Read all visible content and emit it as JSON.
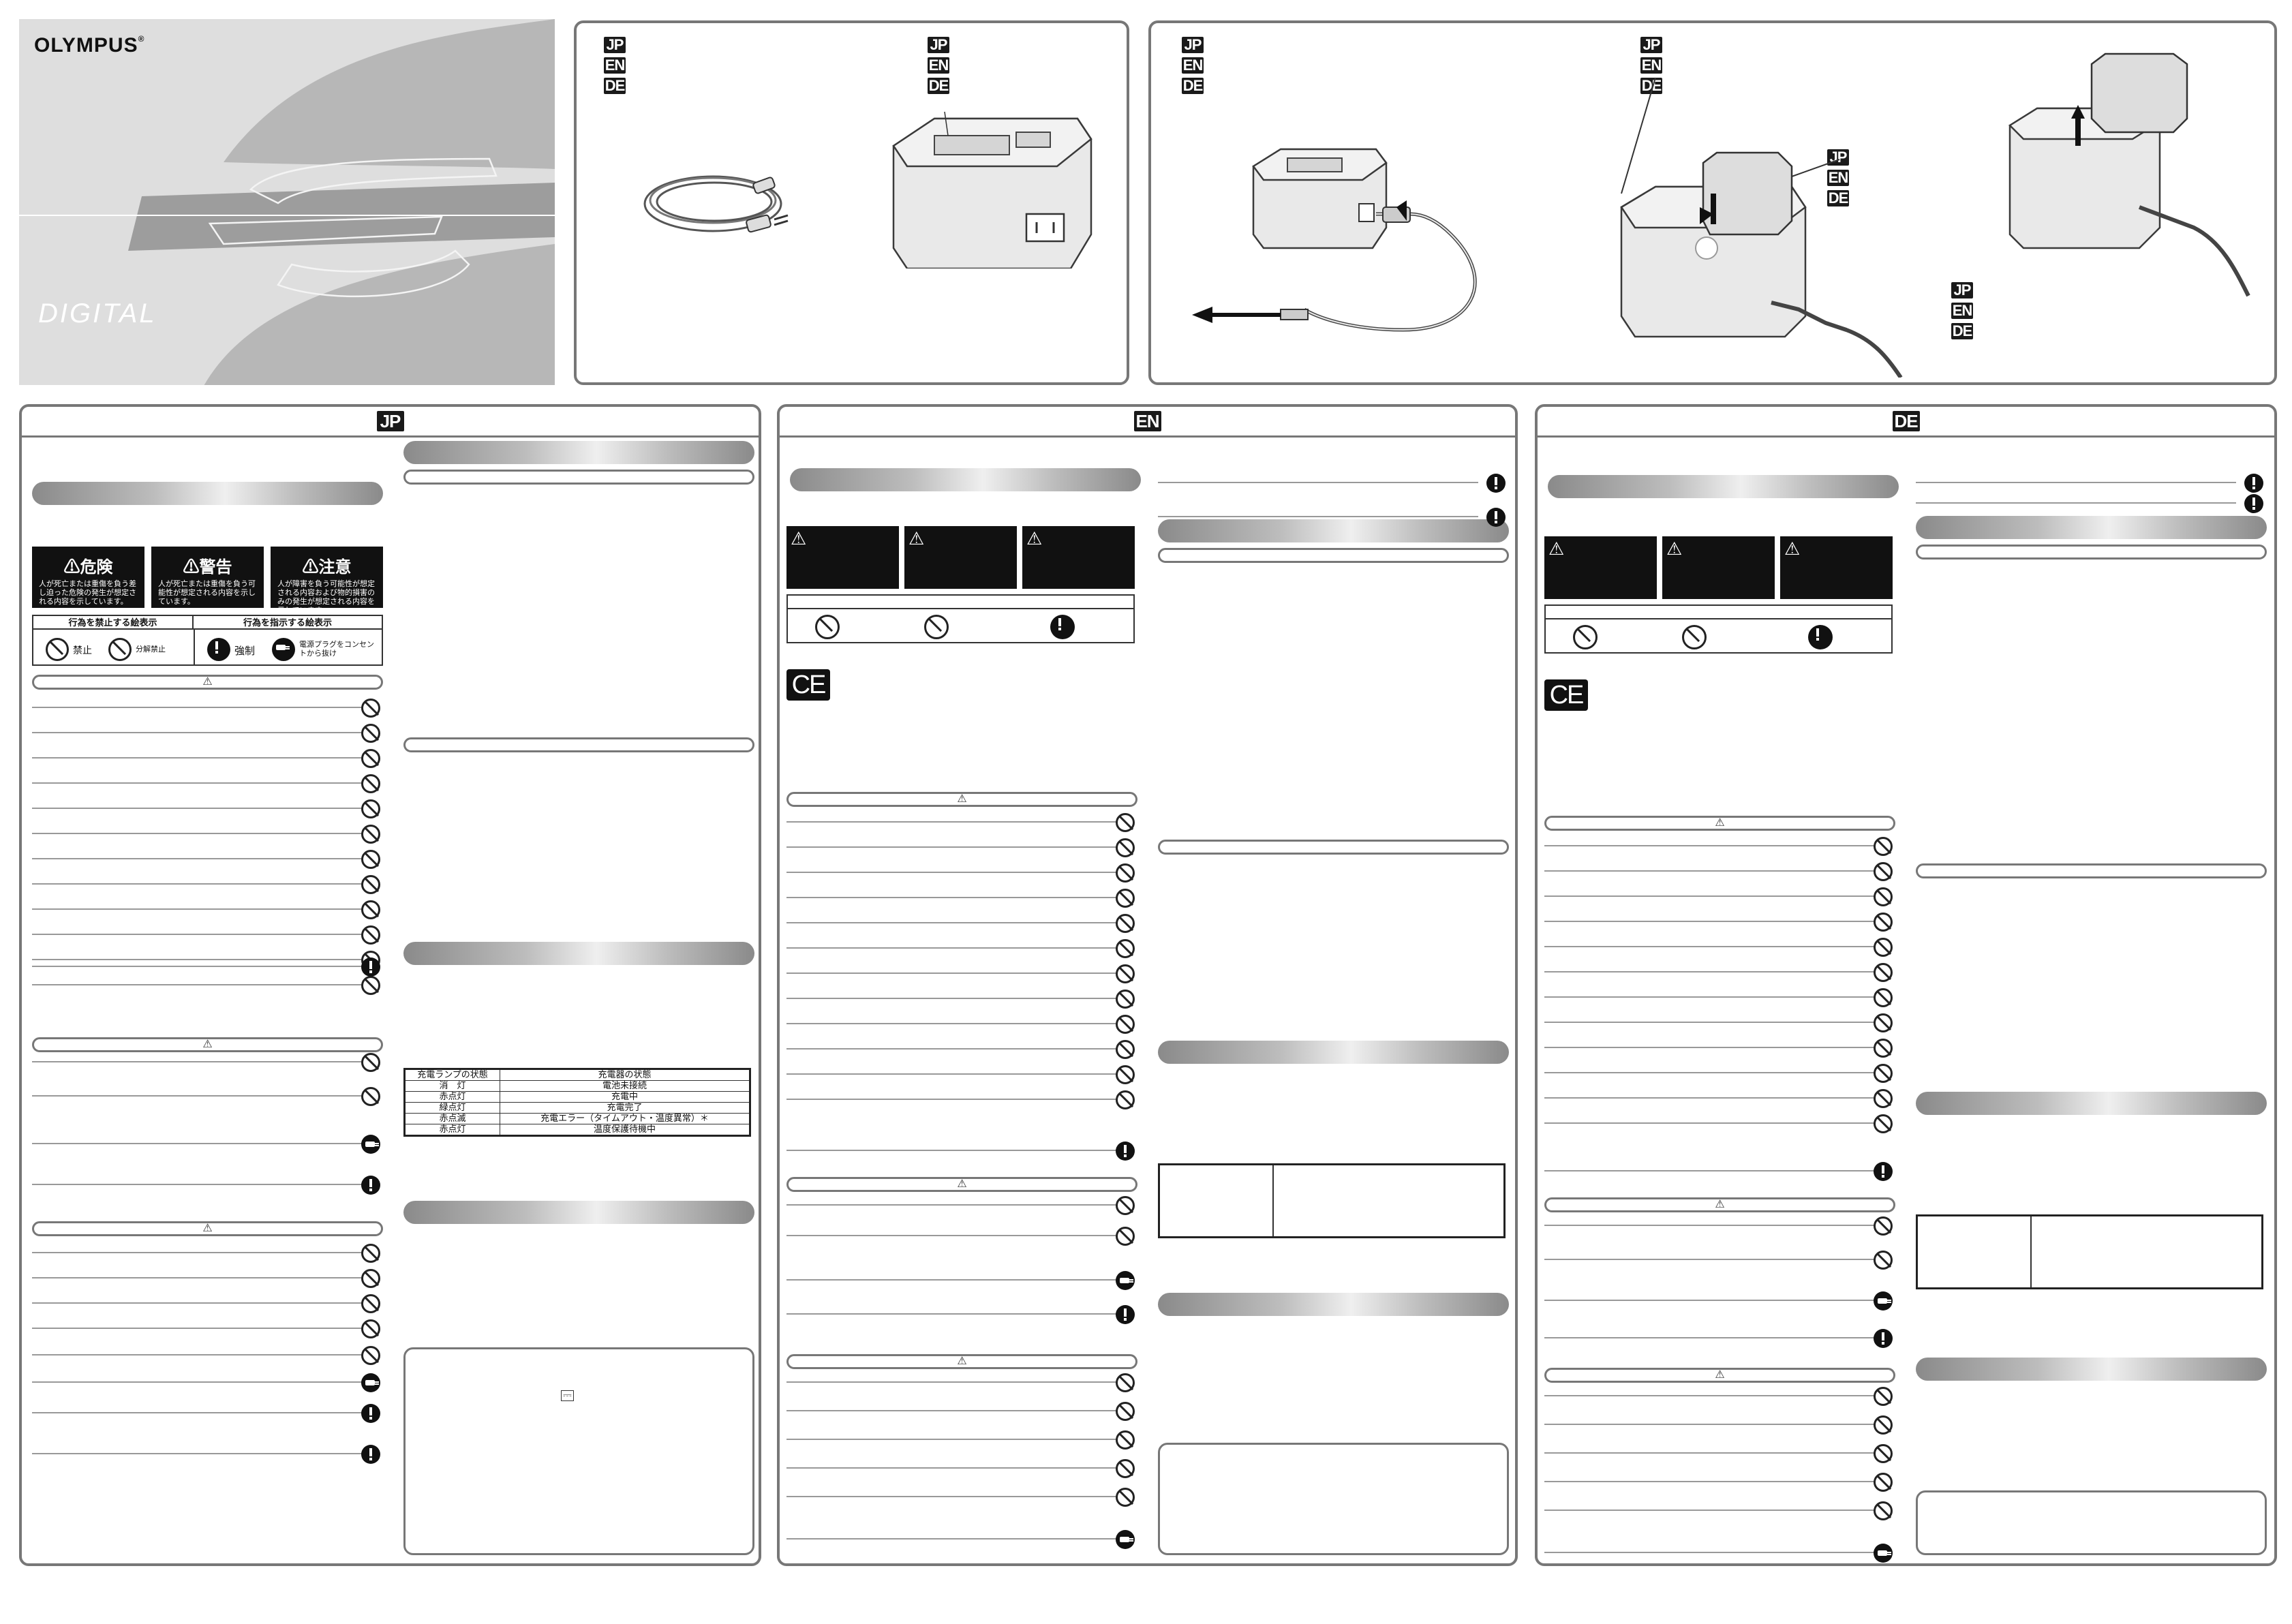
{
  "cover": {
    "brand": "OLYMPUS",
    "registered": "®",
    "product_line": "DIGITAL"
  },
  "lang": {
    "jp": "JP",
    "en": "EN",
    "de": "DE"
  },
  "jp_legend": {
    "danger_title": "危険",
    "danger_text": "人が死亡または重傷を負う差し迫った危険の発生が想定される内容を示しています。",
    "warning_title": "警告",
    "warning_text": "人が死亡または重傷を負う可能性が想定される内容を示しています。",
    "caution_title": "注意",
    "caution_text": "人が障害を負う可能性が想定される内容および物的損害のみの発生が想定される内容を示しています。",
    "prohibit_header": "行為を禁止する絵表示",
    "instruct_header": "行為を指示する絵表示",
    "prohibit": "禁止",
    "no_disassembly": "分解禁止",
    "mandatory": "強制",
    "unplug": "電源プラグをコンセントから抜け"
  },
  "jp_table": {
    "headers": [
      "充電ランプの状態",
      "充電器の状態"
    ],
    "rows": [
      [
        "消　灯",
        "電池未接続"
      ],
      [
        "赤点灯",
        "充電中"
      ],
      [
        "緑点灯",
        "充電完了"
      ],
      [
        "赤点滅",
        "充電エラー（タイムアウト・温度異常）＊"
      ],
      [
        "赤点灯",
        "温度保護待機中"
      ]
    ]
  },
  "symbols": {
    "warning_triangle": "⚠",
    "ce_mark": "CE",
    "dc_symbol": "⎓"
  }
}
